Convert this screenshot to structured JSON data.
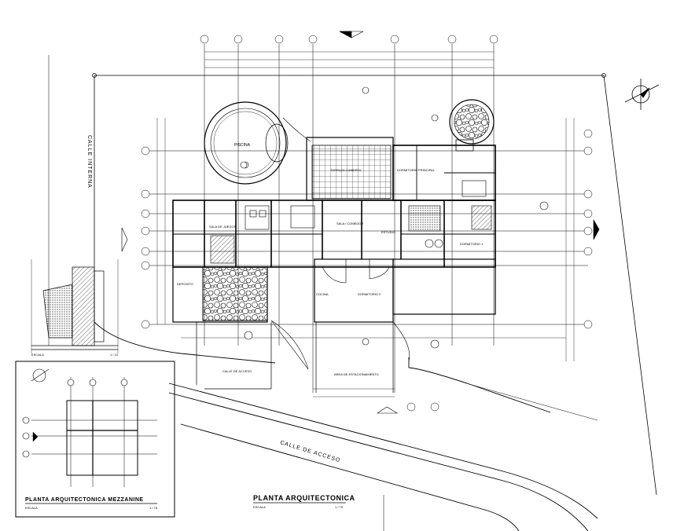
{
  "drawing": {
    "main_title": "PLANTA ARQUITECTONICA",
    "main_scale": "1 / 75",
    "main_scale_word": "ESCALA",
    "mezz_title": "PLANTA ARQUITECTONICA MEZZANINE",
    "mezz_scale": "1 / 75",
    "mezz_scale_word": "ESCALA",
    "section_scale": "1 / 10",
    "section_scale_word": "ESCALA",
    "street_internal": "CALLE INTERNA",
    "street_access": "CALLE DE ACCESO",
    "rooms": {
      "piscina": "PISCINA",
      "terraza": "TERRAZA CUBIERTA",
      "dormitorio_principal": "DORMITORIO PRINCIPAL",
      "sala_comedor": "SALA / COMEDOR",
      "cocina": "COCINA",
      "estudio": "ESTUDIO",
      "dormitorio_1": "DORMITORIO 1",
      "dormitorio_2": "DORMITORIO 2",
      "area_estacionamiento": "AREA DE ESTACIONAMIENTO",
      "calle_acceso_int": "CALLE DE ACCESO",
      "sala_juegos": "SALA DE JUEGOS",
      "deposito": "DEPOSITO"
    }
  }
}
